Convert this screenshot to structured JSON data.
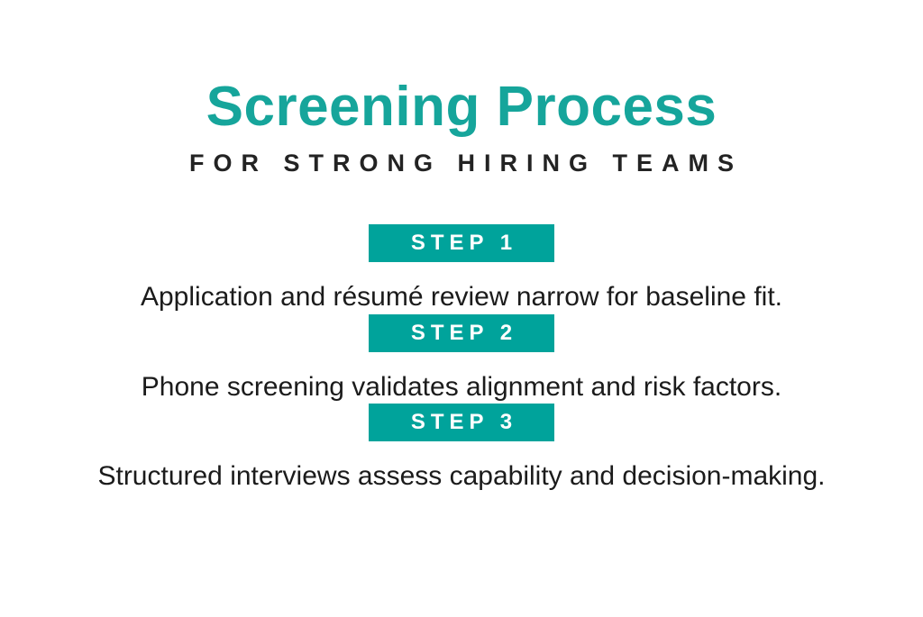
{
  "page": {
    "background_color": "#ffffff"
  },
  "header": {
    "title": "Screening Process",
    "subtitle": "FOR STRONG HIRING TEAMS"
  },
  "steps": [
    {
      "badge": "STEP 1",
      "description": "Application and résumé review narrow for baseline fit."
    },
    {
      "badge": "STEP 2",
      "description": "Phone screening validates alignment and risk factors."
    },
    {
      "badge": "STEP 3",
      "description": "Structured interviews assess capability and decision-making."
    }
  ],
  "colors": {
    "accent_teal": "#00a39b",
    "title_teal": "#16a59b",
    "badge_text": "#ffffff",
    "subtitle_text": "#232323",
    "body_text": "#1b1b1b"
  }
}
